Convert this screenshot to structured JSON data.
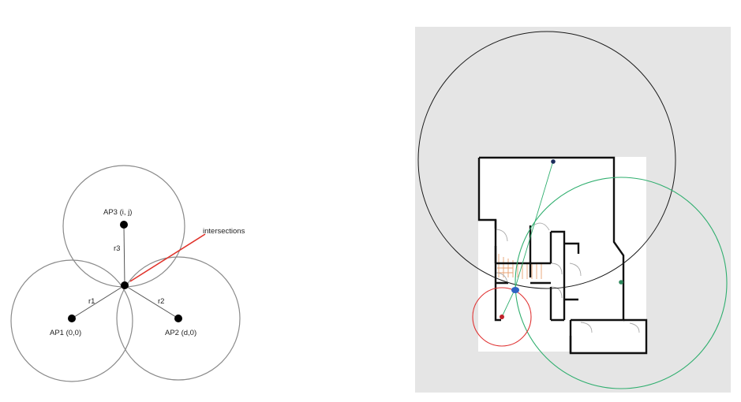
{
  "left_diagram": {
    "access_points": [
      {
        "label": "AP1 (0,0)",
        "name": "AP1"
      },
      {
        "label": "AP2 (d,0)",
        "name": "AP2"
      },
      {
        "label": "AP3 (i, j)",
        "name": "AP3"
      }
    ],
    "radius_labels": [
      "r1",
      "r2",
      "r3"
    ],
    "annotation": "intersections",
    "colors": {
      "circle": "#8a8a8a",
      "point": "#000000",
      "annotation_line": "#e0332b"
    }
  },
  "right_diagram": {
    "colors": {
      "background": "#e5e5e5",
      "floor": "#ffffff",
      "walls": "#111111",
      "black_circle": "#1a1a1a",
      "green_circle": "#2fae6e",
      "red_circle": "#e03434",
      "blue_point": "#2f63c4",
      "stairs": "#e8a070"
    }
  }
}
